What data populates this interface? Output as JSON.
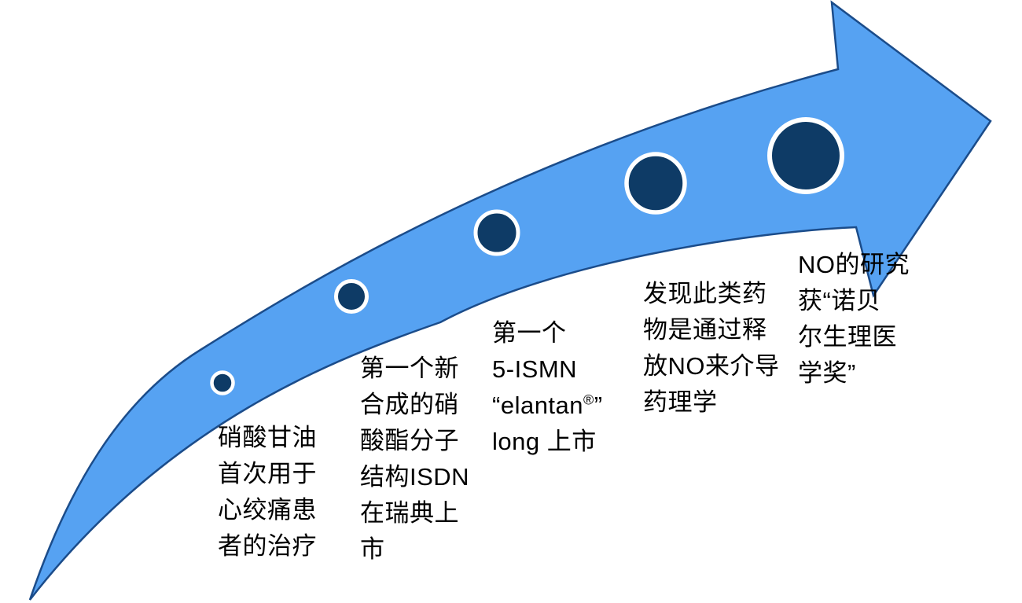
{
  "colors": {
    "background": "#FFFFFF",
    "arrow_fill": "#56A2F2",
    "arrow_stroke": "#1B4C8A",
    "marker_fill": "#0E3B66",
    "marker_ring": "#FFFFFF",
    "text": "#000000"
  },
  "diagram": {
    "description": "nitrate-drug-history-growth-arrow-timeline",
    "milestones": [
      {
        "label_lines": [
          "硝酸甘油",
          "首次用于",
          "心绞痛患",
          "者的治疗"
        ]
      },
      {
        "label_lines": [
          "第一个新",
          "合成的硝",
          "酸酯分子",
          "结构ISDN",
          "在瑞典上",
          "市"
        ]
      },
      {
        "label_lines": [
          "第一个",
          "5-ISMN",
          "“elantan®”",
          "long 上市"
        ],
        "brand_pre": "“elantan",
        "brand_sup": "®",
        "brand_post": "”"
      },
      {
        "label_lines": [
          "发现此类药",
          "物是通过释",
          "放NO来介导",
          "药理学"
        ]
      },
      {
        "label_lines": [
          "NO的研究",
          "获“诺贝",
          "尔生理医",
          "学奖”"
        ]
      }
    ]
  }
}
